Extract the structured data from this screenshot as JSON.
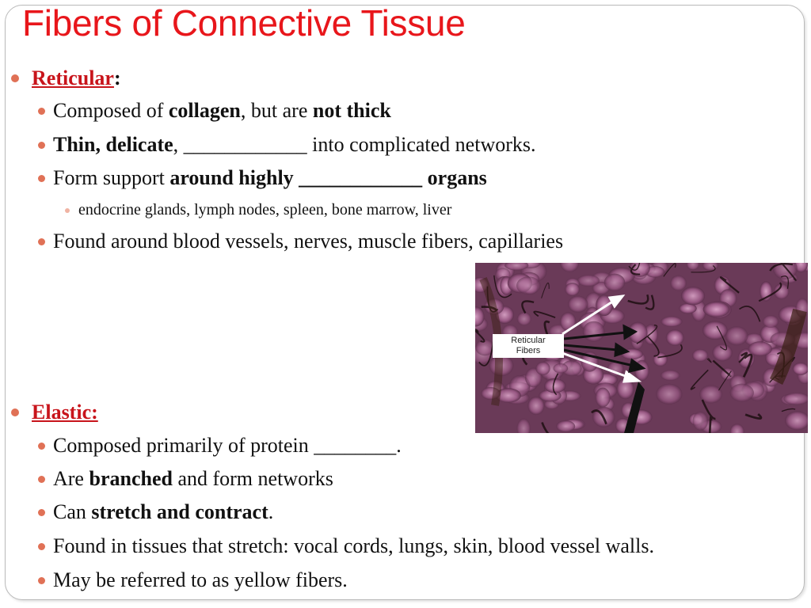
{
  "slide": {
    "title": "Fibers of Connective Tissue",
    "reticular": {
      "heading": "Reticular",
      "colon": ":",
      "items": [
        {
          "t1": "Composed of ",
          "b1": "collagen",
          "t2": ", but are ",
          "b2": "not thick"
        },
        {
          "b1": "Thin, delicate",
          "t1": ", ____________ into complicated networks."
        },
        {
          "t1": "Form support ",
          "b1": "around highly ____________ organs"
        },
        {
          "t1": "Found around blood vessels, nerves, muscle fibers, capillaries"
        }
      ],
      "subitem": "endocrine glands, lymph nodes, spleen, bone marrow, liver"
    },
    "photo": {
      "label_line1": "Reticular",
      "label_line2": "Fibers"
    },
    "elastic": {
      "heading": "Elastic:",
      "items": [
        {
          "t1": "Composed primarily of protein ________."
        },
        {
          "t1": "Are ",
          "b1": "branched",
          "t2": " and form networks"
        },
        {
          "t1": "Can ",
          "b1": "stretch and contract",
          "t2": "."
        },
        {
          "t1": "Found in tissues that stretch: vocal cords, lungs, skin, blood vessel walls."
        },
        {
          "t1": "May be referred to as yellow fibers."
        }
      ]
    }
  },
  "colors": {
    "title": "#e8161b",
    "heading": "#c8141b",
    "bullet": "#e07156",
    "sub_bullet": "#f0b3a3"
  },
  "icons": {
    "bullet": "filled-circle-bullet"
  }
}
